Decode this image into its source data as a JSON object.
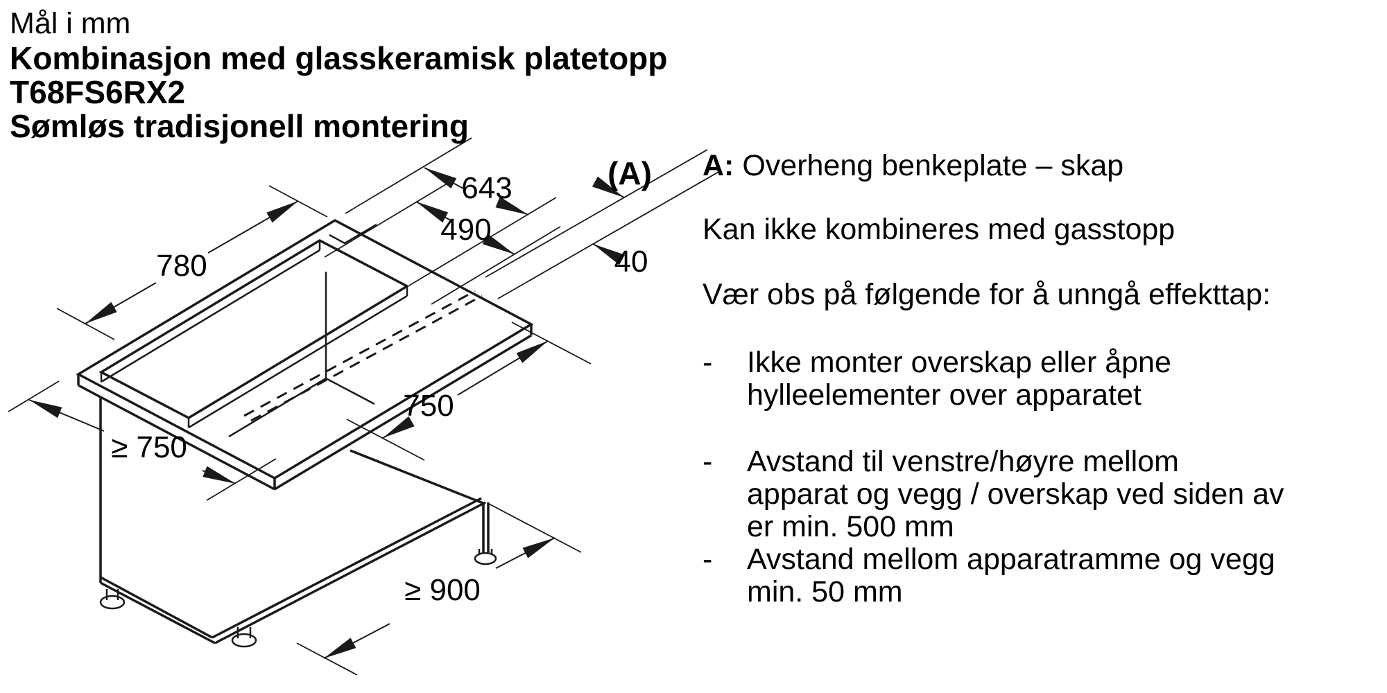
{
  "header": {
    "line1": "Mål i mm",
    "line2": "Kombinasjon med glasskeramisk platetopp",
    "line3": "T68FS6RX2",
    "line4": "Sømløs tradisjonell montering"
  },
  "diagram": {
    "description": "isometric-drawing-of-worktop-cutout-over-base-cabinet",
    "dimensions": {
      "back_width": "643",
      "cutout_width": "490",
      "back_gap": "40",
      "overhang_label": "(A)",
      "left_depth": "780",
      "right_depth": "750",
      "front_clearance": "≥ 750",
      "side_clearance": "≥ 900"
    },
    "line_color": "#1a1a1a"
  },
  "notes": {
    "annotation_a": {
      "label": "A:",
      "text": "Overheng benkeplate – skap"
    },
    "no_gas": "Kan ikke kombineres med gasstopp",
    "warning_intro": "Vær obs på følgende for å unngå effekttap:",
    "bullet_marker": "-",
    "bullets": [
      [
        "Ikke monter overskap eller åpne",
        "hylleelementer over apparatet"
      ],
      [
        "Avstand til venstre/høyre mellom",
        "apparat og vegg / overskap ved siden av",
        "er min. 500 mm"
      ],
      [
        "Avstand mellom apparatramme og vegg",
        "min. 50 mm"
      ]
    ]
  }
}
